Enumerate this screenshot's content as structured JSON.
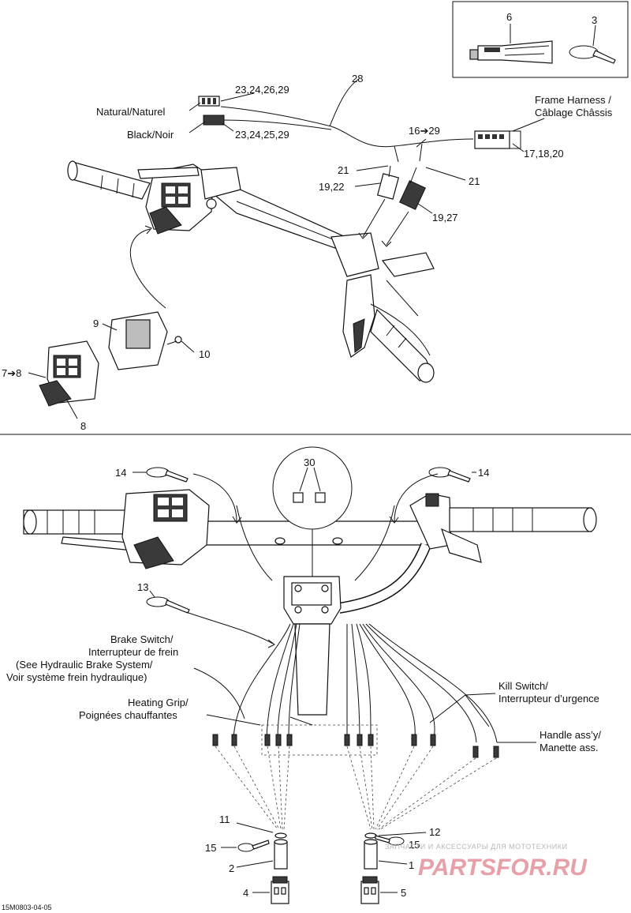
{
  "callouts": {
    "c6": "6",
    "c3": "3",
    "c28": "28",
    "c23a": "23,24,26,29",
    "natural": "Natural/Naturel",
    "black": "Black/Noir",
    "c23b": "23,24,25,29",
    "frame1": "Frame Harness /",
    "frame2": "Câblage Châssis",
    "c16": "16➔29",
    "c17": "17,18,20",
    "c21a": "21",
    "c21b": "21",
    "c1922": "19,22",
    "c1927": "19,27",
    "c9": "9",
    "c10": "10",
    "c78": "7➔8",
    "c8": "8",
    "c14a": "14",
    "c14b": "14",
    "c30": "30",
    "c13": "13",
    "brake1": "Brake Switch/",
    "brake2": "Interrupteur de frein",
    "brake3": "(See Hydraulic Brake System/",
    "brake4": "Voir système frein hydraulique)",
    "heat1": "Heating Grip/",
    "heat2": "Poignées chauffantes",
    "kill1": "Kill Switch/",
    "kill2": "Interrupteur d’urgence",
    "handle1": "Handle ass’y/",
    "handle2": "Manette ass.",
    "c11": "11",
    "c12": "12",
    "c15a": "15",
    "c15b": "15",
    "c2": "2",
    "c1": "1",
    "c4": "4",
    "c5": "5"
  },
  "footer": {
    "code": "15M0803-04-05"
  },
  "watermark": {
    "tagline": "ЗАПЧАСТИ И АКСЕССУАРЫ ДЛЯ МОТОТЕХНИКИ",
    "brand": "PARTSFOR.RU"
  }
}
